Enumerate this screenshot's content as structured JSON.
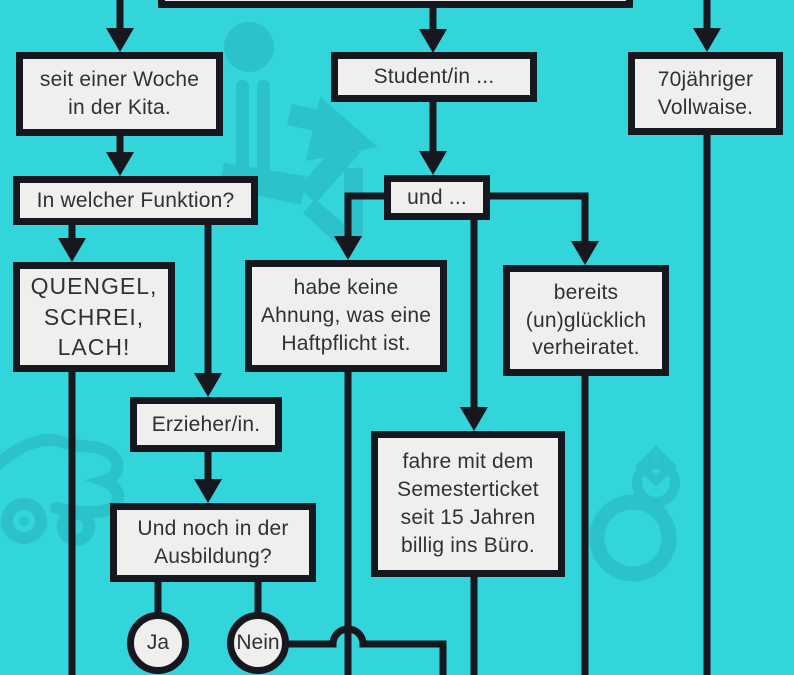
{
  "palette": {
    "background": "#31d5da",
    "watermark": "#2bc2c9",
    "node_fill": "#f0efed",
    "line_and_border": "#17171f",
    "text": "#303036"
  },
  "flowchart": {
    "type": "flowchart",
    "language": "de",
    "nodes": {
      "kita": {
        "lines": [
          "seit einer Woche",
          "in der Kita."
        ]
      },
      "funktion": {
        "lines": [
          "In welcher Funktion?"
        ]
      },
      "quengel": {
        "lines": [
          "QUENGEL,",
          "SCHREI,",
          "LACH!"
        ]
      },
      "erzieher": {
        "lines": [
          "Erzieher/in."
        ]
      },
      "ausbildung": {
        "lines": [
          "Und noch in der",
          "Ausbildung?"
        ]
      },
      "ja": {
        "label": "Ja"
      },
      "nein": {
        "label": "Nein"
      },
      "student": {
        "lines": [
          "Student/in ..."
        ]
      },
      "und": {
        "lines": [
          "und ..."
        ]
      },
      "haftpflicht": {
        "lines": [
          "habe keine",
          "Ahnung, was eine",
          "Haftpflicht ist."
        ]
      },
      "verheiratet": {
        "lines": [
          "bereits",
          "(un)glücklich",
          "verheiratet."
        ]
      },
      "semesterticket": {
        "lines": [
          "fahre mit dem",
          "Semesterticket",
          "seit 15 Jahren",
          "billig ins Büro."
        ]
      },
      "vollwaise": {
        "lines": [
          "70jähriger",
          "Vollwaise."
        ]
      }
    },
    "watermark_icons": [
      "sitting-person-icon",
      "bent-arrow-icon",
      "stroller-icon",
      "wedding-rings-icon"
    ]
  }
}
